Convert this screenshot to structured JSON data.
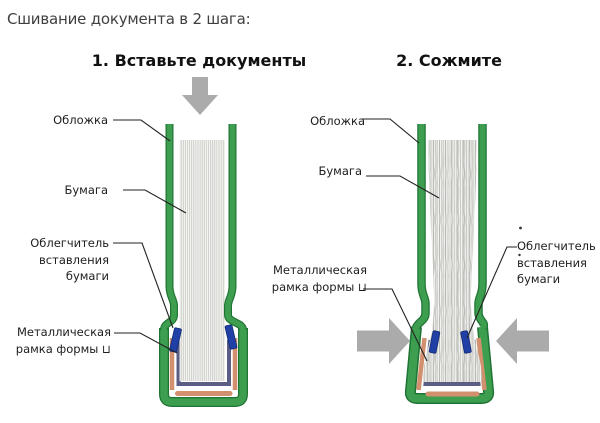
{
  "title": "Сшивание документа в 2 шага:",
  "step1": {
    "heading": "1. Вставьте документы",
    "labels": {
      "cover": "Обложка",
      "paper": "Бумага",
      "insertion_aid": "Облегчитель\nвставления\nбумаги",
      "metal_frame": "Металлическая\nрамка формы ⊔"
    }
  },
  "step2": {
    "heading": "2. Сожмите",
    "labels": {
      "cover": "Обложка",
      "paper": "Бумага",
      "metal_frame": "Металлическая\nрамка формы ⊔",
      "insertion_aid": "Облегчитель\nвставления\nбумаги"
    }
  },
  "colors": {
    "binder_green": "#3E9E4F",
    "binder_green_dark": "#1F7434",
    "metal_frame_salmon": "#D2906F",
    "channel_slate": "#5A5E84",
    "clip_blue": "#2140A6",
    "clip_blue_dark": "#142C73",
    "arrow_gray": "#ABABAB",
    "paper_gray": "#C2C2BE"
  }
}
